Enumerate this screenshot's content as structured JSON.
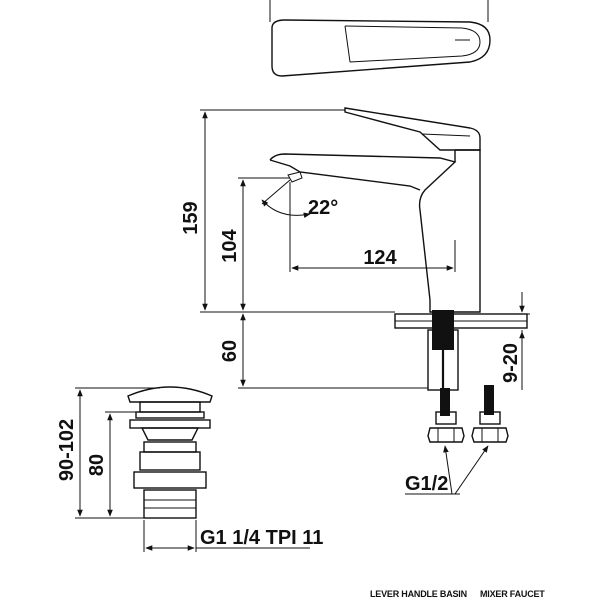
{
  "dimensions": {
    "overall_height": "159",
    "spout_height": "104",
    "spout_reach": "124",
    "spout_angle": "22°",
    "shank_length": "60",
    "deck_thickness": "9-20",
    "inlet_thread": "G1/2",
    "drain_height_range": "90-102",
    "drain_body_height": "80",
    "drain_thread": "G1 1/4 TPI 11"
  },
  "caption": {
    "left": "LEVER HANDLE BASIN",
    "right": "MIXER FAUCET"
  }
}
